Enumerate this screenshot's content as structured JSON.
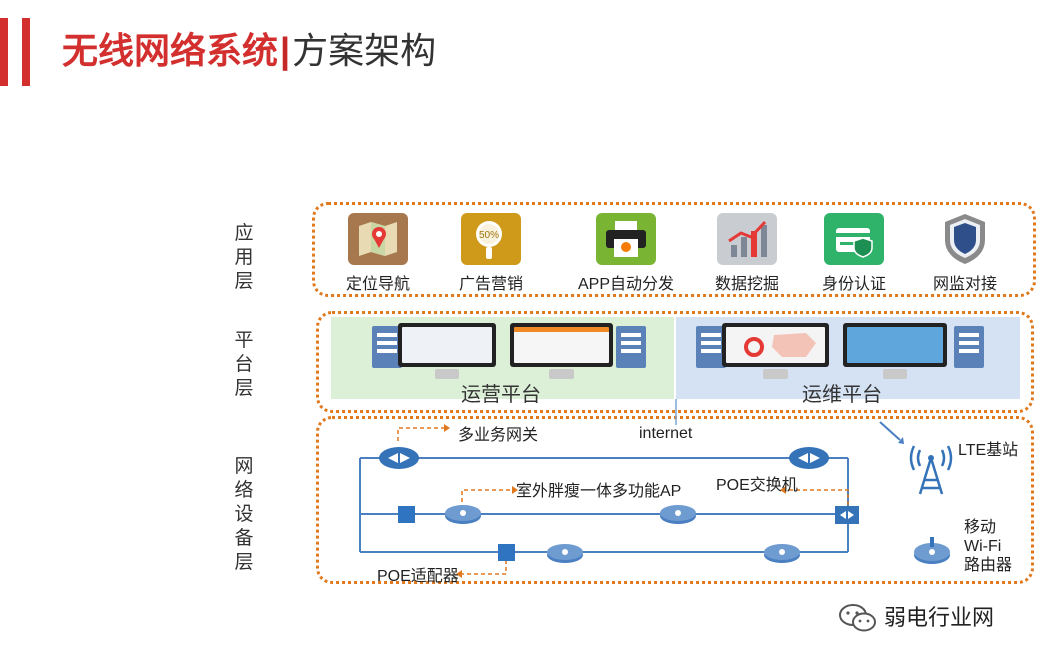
{
  "header": {
    "title_main": "无线网络系统",
    "title_separator": "|",
    "title_sub": "方案架构"
  },
  "colors": {
    "accent_red": "#d32f2f",
    "dotted_border": "#e0781e",
    "ops_panel_bg": "#dcefd7",
    "maint_panel_bg": "#d5e2f3",
    "device_blue": "#3573b8"
  },
  "layers": {
    "application": [
      "应",
      "用",
      "层"
    ],
    "platform": [
      "平",
      "台",
      "层"
    ],
    "network": [
      "网",
      "络",
      "设",
      "备",
      "层"
    ]
  },
  "apps": [
    {
      "label": "定位导航",
      "icon": "map-location-icon",
      "color": "#a7784e"
    },
    {
      "label": "广告营销",
      "icon": "magnifier-percent-icon",
      "color": "#cf9a1a"
    },
    {
      "label": "APP自动分发",
      "icon": "printer-icon",
      "color": "#79b532"
    },
    {
      "label": "数据挖掘",
      "icon": "bar-chart-icon",
      "color": "#c9ccd1"
    },
    {
      "label": "身份认证",
      "icon": "id-card-shield-icon",
      "color": "#2fb36b"
    },
    {
      "label": "网监对接",
      "icon": "police-badge-icon",
      "color": "#8a8a8a"
    }
  ],
  "platform": {
    "operations_label": "运营平台",
    "maintenance_label": "运维平台"
  },
  "network": {
    "internet": "internet",
    "gateway": "多业务网关",
    "outdoor_ap": "室外胖瘦一体多功能AP",
    "poe_switch": "POE交换机",
    "poe_adapter": "POE适配器",
    "lte": "LTE基站",
    "mobile_router": [
      "移动",
      "Wi-Fi",
      "路由器"
    ]
  },
  "watermark": {
    "text": "弱电行业网",
    "icon": "wechat-icon"
  }
}
